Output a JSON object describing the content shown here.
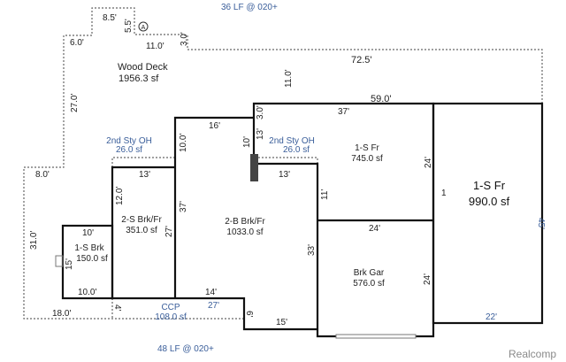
{
  "sketch": {
    "lf_top": "36 LF @ 020+",
    "lf_bottom": "48 LF @ 020+",
    "watermark": "Realcomp",
    "marker": "A",
    "areas": {
      "wood_deck": {
        "name": "Wood Deck",
        "area": "1956.3 sf"
      },
      "one_s_fr_745": {
        "name": "1-S Fr",
        "area": "745.0 sf"
      },
      "one_s_fr_990": {
        "name": "1-S Fr",
        "area": "990.0 sf"
      },
      "two_s_brk_fr": {
        "name": "2-S Brk/Fr",
        "area": "351.0 sf"
      },
      "two_b_brk_fr": {
        "name": "2-B Brk/Fr",
        "area": "1033.0 sf"
      },
      "one_s_brk": {
        "name": "1-S Brk",
        "area": "150.0 sf"
      },
      "brk_gar": {
        "name": "Brk Gar",
        "area": "576.0 sf"
      },
      "ccp": {
        "name": "CCP",
        "area": "108.0 sf"
      },
      "overhang_left": {
        "name": "2nd Sty OH",
        "area": "26.0 sf"
      },
      "overhang_right": {
        "name": "2nd Sty OH",
        "area": "26.0 sf"
      }
    },
    "dims": {
      "d8_5": "8.5'",
      "d5_5": "5.5'",
      "d6_0": "6.0'",
      "d11_0a": "11.0'",
      "d3_0a": "3.0'",
      "d72_5": "72.5'",
      "d11_0b": "11.0'",
      "d27_0": "27.0'",
      "d8_0": "8.0'",
      "d31_0": "31.0'",
      "d18_0": "18.0'",
      "d59_0": "59.0'",
      "d37a": "37'",
      "d16": "16'",
      "d3_0b": "3.0'",
      "d10_0": "10.0'",
      "d10": "10'",
      "d13a": "13'",
      "d13b": "13'",
      "d13c": "13'",
      "d12_0": "12.0'",
      "d37b": "37'",
      "d27a": "27'",
      "d24a": "24'",
      "d11": "11'",
      "d24b": "24'",
      "d33": "33'",
      "d24c": "24'",
      "d45": "45'",
      "d22": "22'",
      "d10b": "10'",
      "d15a": "15'",
      "d10_0b": "10.0'",
      "d14": "14'",
      "d27b": "27'",
      "d4": "4'",
      "d6": "6'",
      "d15b": "15'",
      "d1": "1"
    }
  }
}
